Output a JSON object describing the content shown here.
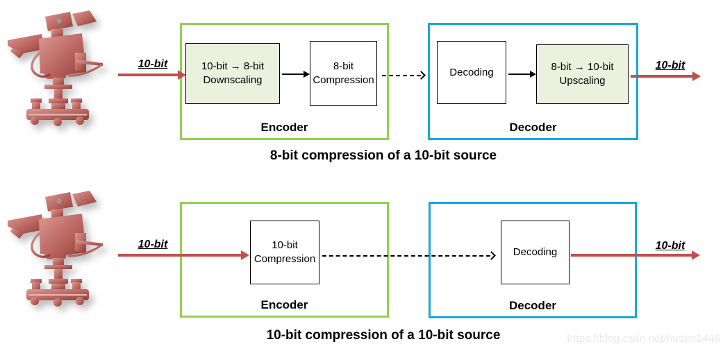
{
  "colors": {
    "encoder_border": "#92D050",
    "decoder_border": "#18A6E0",
    "process_box_fill": "#EBF1DE",
    "signal_arrow": "#C0504D",
    "watermark_text": "#E9E9E9"
  },
  "icons": {
    "source_device": "studio-video-camera-icon"
  },
  "diagram_top": {
    "input_label": "10-bit",
    "output_label": "10-bit",
    "encoder": {
      "label": "Encoder",
      "downscaling_box": {
        "line1": "10-bit → 8-bit",
        "line2": "Downscaling"
      },
      "compression_box": {
        "line1": "8-bit",
        "line2": "Compression"
      }
    },
    "decoder": {
      "label": "Decoder",
      "decoding_box": {
        "line1": "Decoding"
      },
      "upscaling_box": {
        "line1": "8-bit → 10-bit",
        "line2": "Upscaling"
      }
    },
    "caption": "8-bit compression of a 10-bit source"
  },
  "diagram_bottom": {
    "input_label": "10-bit",
    "output_label": "10-bit",
    "encoder": {
      "label": "Encoder",
      "compression_box": {
        "line1": "10-bit",
        "line2": "Compression"
      }
    },
    "decoder": {
      "label": "Decoder",
      "decoding_box": {
        "line1": "Decoding"
      }
    },
    "caption": "10-bit compression of a 10-bit source"
  },
  "watermark": "https://blog.csdn.net/huster1446"
}
